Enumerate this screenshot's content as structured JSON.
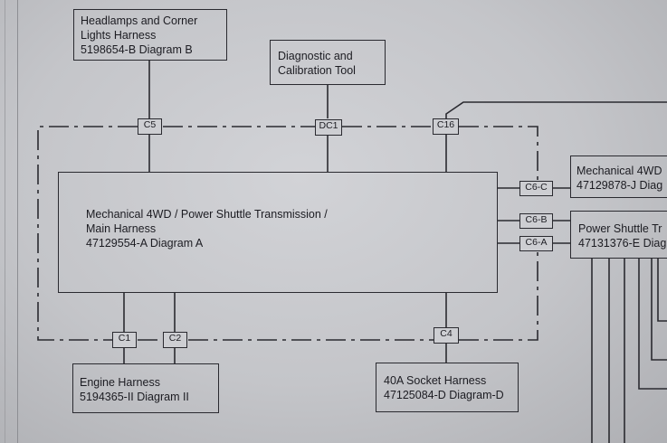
{
  "harnesses": {
    "headlamps": {
      "line1": "Headlamps and Corner",
      "line2": "Lights Harness",
      "line3": "5198654-B Diagram B"
    },
    "diagnostic": {
      "line1": "Diagnostic and",
      "line2": "Calibration Tool"
    },
    "main": {
      "line1": "Mechanical 4WD / Power Shuttle Transmission /",
      "line2": "Main Harness",
      "line3": "47129554-A Diagram A"
    },
    "mech4wd": {
      "line1": "Mechanical 4WD",
      "line2": "47129878-J Diag"
    },
    "power_shuttle": {
      "line1": "Power Shuttle Tr",
      "line2": "47131376-E Diag"
    },
    "engine": {
      "line1": "Engine Harness",
      "line2": "5194365-II  Diagram II"
    },
    "socket": {
      "line1": "40A Socket Harness",
      "line2": "47125084-D Diagram-D"
    }
  },
  "connectors": {
    "c5": "C5",
    "dc1": "DC1",
    "c16": "C16",
    "c6c": "C6-C",
    "c6b": "C6-B",
    "c6a": "C6-A",
    "c1": "C1",
    "c2": "C2",
    "c4": "C4"
  }
}
